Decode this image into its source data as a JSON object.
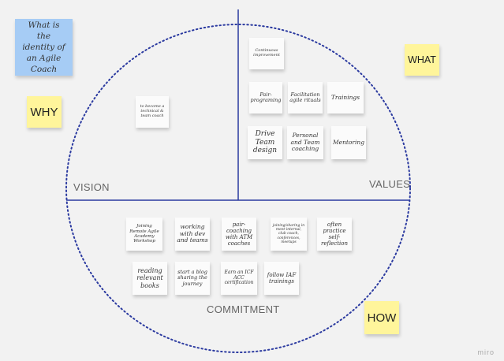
{
  "title_note": {
    "text": "What is the identity of an Agile Coach",
    "color": "#a6ccf5"
  },
  "quadrant_notes": {
    "why": "WHY",
    "what": "WHAT",
    "how": "HOW",
    "color": "#fff59b"
  },
  "section_labels": {
    "vision": "VISION",
    "values": "VALUES",
    "commitment": "COMMITMENT"
  },
  "vision_notes": [
    "to become a technical & team coach"
  ],
  "values_notes": [
    "Continuous improvement",
    "Pair-programing",
    "Facilitation agile rituals",
    "Trainings",
    "Drive Team design",
    "Personal and Team coaching",
    "Mentoring"
  ],
  "commitment_notes": [
    "Joining Remote Agile Academy Workshop",
    "working with dev and teams",
    "pair-coaching with ATM coaches",
    "joining/sharing in meet-internal, club coach, conferences, meetups",
    "often practice self-reflection",
    "reading relevant books",
    "start a blog sharing the journey",
    "Earn an ICF ACC certification",
    "follow IAF trainings"
  ],
  "watermark": "miro",
  "colors": {
    "circle": "#2b3aa0",
    "axis": "#2b3aa0",
    "note": "#fbfbfb"
  }
}
